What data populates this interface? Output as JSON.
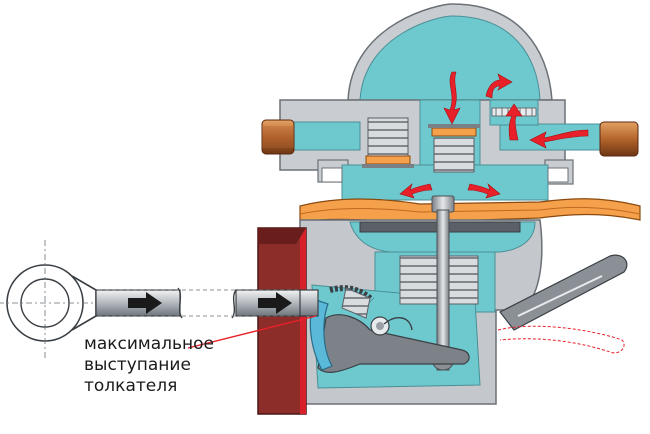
{
  "annotation": {
    "lines": [
      "максимальное",
      "выступание",
      "толкателя"
    ],
    "leader_color": "#e8202a"
  },
  "colors": {
    "fluid": "#6ec9cf",
    "metal": "#c4c8cc",
    "metal_dark": "#8a9096",
    "diaphragm": "#f5a04a",
    "flange": "#8c2d2a",
    "flow_arrow": "#e8202a",
    "pipe": "#c9793a"
  },
  "icons": [
    "flow-arrow-icon",
    "push-arrow-icon"
  ]
}
